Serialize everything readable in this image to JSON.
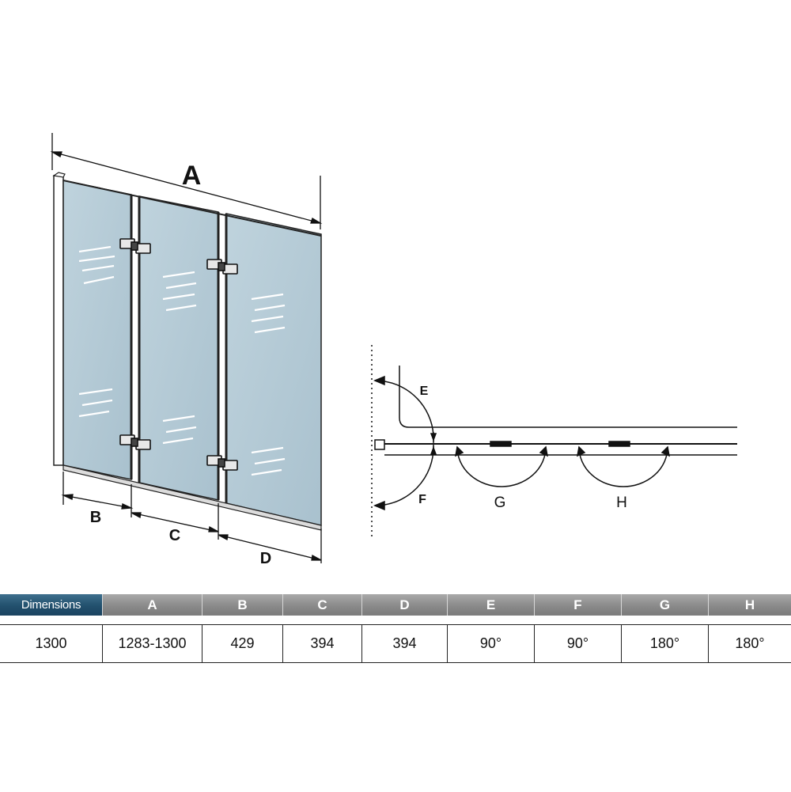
{
  "elevation": {
    "label_a": "A",
    "label_b": "B",
    "label_c": "C",
    "label_d": "D"
  },
  "plan": {
    "label_e": "E",
    "label_f": "F",
    "label_g": "G",
    "label_h": "H"
  },
  "table": {
    "headers": [
      "Dimensions",
      "A",
      "B",
      "C",
      "D",
      "E",
      "F",
      "G",
      "H"
    ],
    "values": [
      "1300",
      "1283-1300",
      "429",
      "394",
      "394",
      "90°",
      "90°",
      "180°",
      "180°"
    ]
  },
  "colors": {
    "glass": "#b3cad6",
    "frame": "#222222",
    "header_accent": "#22506d",
    "header_gray": "#8a8a8a"
  }
}
